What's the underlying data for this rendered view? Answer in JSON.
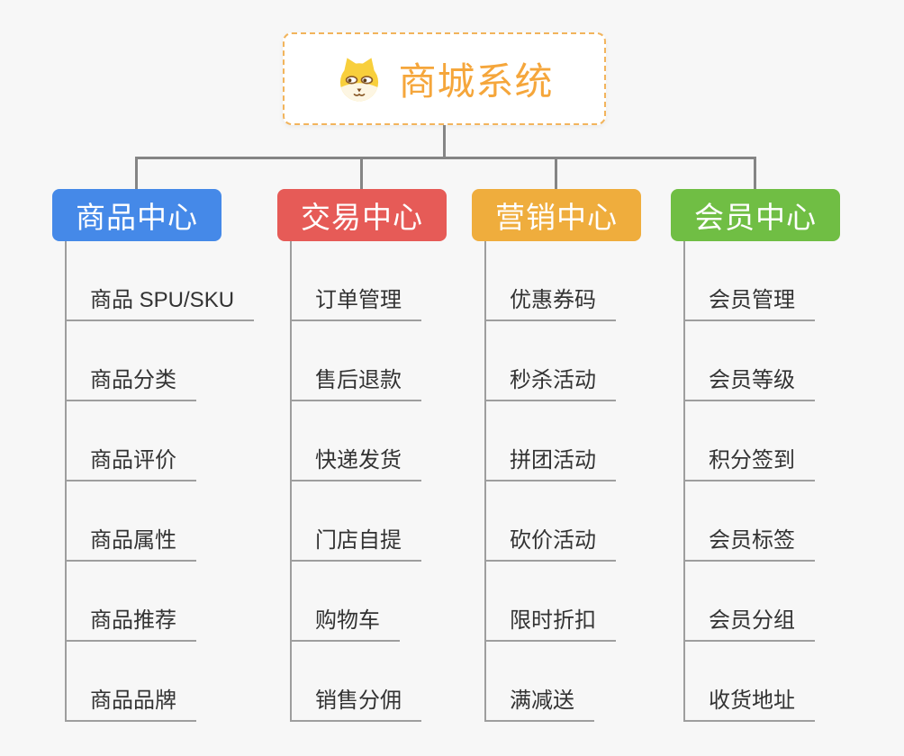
{
  "root": {
    "title": "商城系统",
    "icon": "dog-face-icon",
    "title_color": "#f5a63b",
    "border_color": "#f2b45c"
  },
  "branches": [
    {
      "label": "商品中心",
      "color": "#4589e8",
      "children": [
        "商品 SPU/SKU",
        "商品分类",
        "商品评价",
        "商品属性",
        "商品推荐",
        "商品品牌"
      ]
    },
    {
      "label": "交易中心",
      "color": "#e65b57",
      "children": [
        "订单管理",
        "售后退款",
        "快递发货",
        "门店自提",
        "购物车",
        "销售分佣"
      ]
    },
    {
      "label": "营销中心",
      "color": "#efad3d",
      "children": [
        "优惠券码",
        "秒杀活动",
        "拼团活动",
        "砍价活动",
        "限时折扣",
        "满减送"
      ]
    },
    {
      "label": "会员中心",
      "color": "#70be44",
      "children": [
        "会员管理",
        "会员等级",
        "积分签到",
        "会员标签",
        "会员分组",
        "收货地址"
      ]
    }
  ],
  "colors": {
    "background": "#f7f7f7",
    "connector": "#858585",
    "child_line": "#9e9e9e",
    "child_text": "#333333"
  }
}
